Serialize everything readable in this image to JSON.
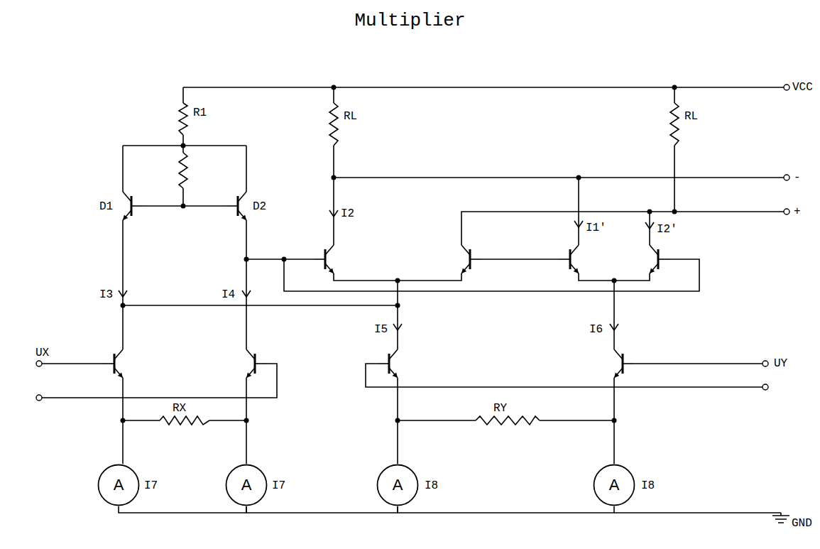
{
  "diagram": {
    "title": "Multiplier",
    "nodes": [
      {
        "text": [
          "A"
        ]
      },
      {
        "text": [
          "A"
        ]
      },
      {
        "text": [
          "A"
        ]
      },
      {
        "text": [
          "A"
        ]
      }
    ],
    "edges": [
      {
        "from": 0,
        "to": 1,
        "arrow": "none"
      },
      {
        "from": 1,
        "to": 2,
        "arrow": "none"
      },
      {
        "from": 2,
        "to": 3,
        "arrow": "none"
      }
    ],
    "labels": [
      "VCC",
      "R1",
      "RL",
      "RL",
      "-",
      "+",
      "D1",
      "D2",
      "I2",
      "I1'",
      "I2'",
      "I3",
      "I4",
      "I5",
      "I6",
      "UX",
      "UY",
      "RX",
      "RY",
      "I7",
      "I7",
      "I8",
      "I8",
      "GND"
    ]
  }
}
